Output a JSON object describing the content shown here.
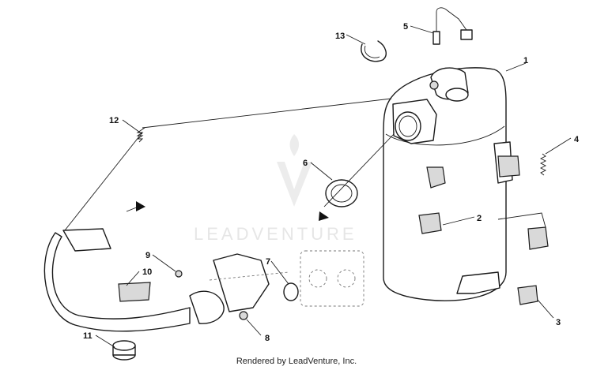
{
  "diagram": {
    "callouts": [
      "1",
      "2",
      "3",
      "4",
      "5",
      "6",
      "7",
      "8",
      "9",
      "10",
      "11",
      "12",
      "13"
    ]
  },
  "watermark": {
    "text": "LEADVENTURE"
  },
  "footer": {
    "text": "Rendered by LeadVenture, Inc."
  }
}
